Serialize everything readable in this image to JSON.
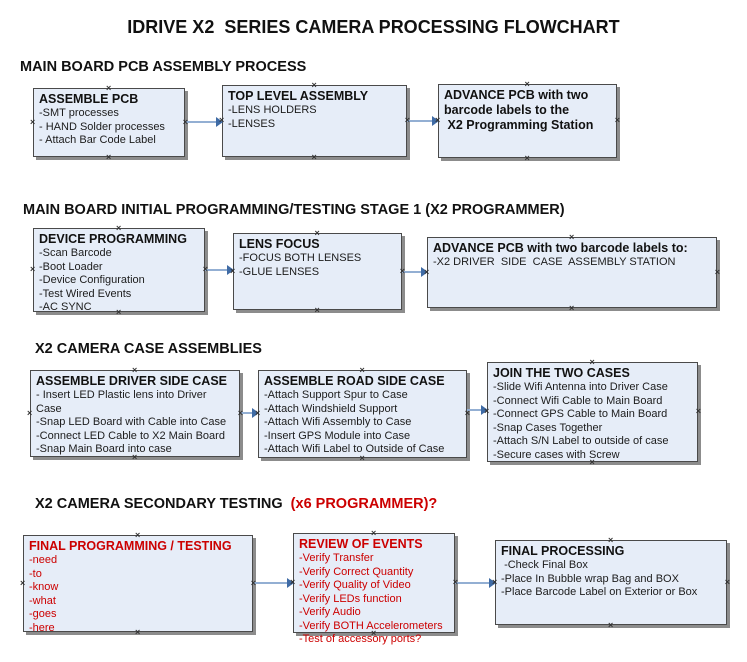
{
  "page": {
    "title": "IDRIVE X2  SERIES CAMERA PROCESSING FLOWCHART"
  },
  "colors": {
    "box_fill": "#e6edf8",
    "box_border": "#4a4a4a",
    "shadow": "#8c8c8c",
    "arrow_line": "#93afd3",
    "arrow_head": "#3f6ba5",
    "red": "#cc0000"
  },
  "icons": {
    "connection_handle": "×"
  },
  "sections": [
    {
      "header": "MAIN BOARD PCB ASSEMBLY PROCESS",
      "boxes": [
        {
          "title": "ASSEMBLE PCB",
          "items": [
            "-SMT processes",
            "- HAND Solder processes",
            "- Attach Bar Code Label"
          ]
        },
        {
          "title": "TOP LEVEL ASSEMBLY",
          "items": [
            "-LENS HOLDERS",
            "-LENSES"
          ]
        },
        {
          "title": "ADVANCE PCB with two barcode labels to the\n X2 Programming Station",
          "items": []
        }
      ]
    },
    {
      "header": "MAIN BOARD INITIAL PROGRAMMING/TESTING STAGE 1 (X2 PROGRAMMER)",
      "boxes": [
        {
          "title": "DEVICE PROGRAMMING",
          "items": [
            "-Scan Barcode",
            "-Boot Loader",
            "-Device Configuration",
            "-Test Wired Events",
            "-AC SYNC"
          ]
        },
        {
          "title": "LENS FOCUS",
          "items": [
            "-FOCUS BOTH LENSES",
            "-GLUE LENSES"
          ]
        },
        {
          "title": "ADVANCE PCB with two barcode labels to:",
          "items": [
            "-X2 DRIVER  SIDE  CASE  ASSEMBLY STATION"
          ]
        }
      ]
    },
    {
      "header": "X2 CAMERA CASE ASSEMBLIES",
      "boxes": [
        {
          "title": "ASSEMBLE DRIVER SIDE CASE",
          "items": [
            "- Insert LED Plastic lens into Driver Case",
            "-Snap LED Board with Cable into Case",
            "-Connect LED Cable to X2 Main Board",
            "-Snap Main Board into case"
          ]
        },
        {
          "title": "ASSEMBLE ROAD SIDE CASE",
          "items": [
            "-Attach Support Spur to Case",
            "-Attach Windshield Support",
            "-Attach Wifi Assembly to Case",
            "-Insert GPS Module into Case",
            "-Attach Wifi Label to Outside of Case"
          ]
        },
        {
          "title": "JOIN THE TWO CASES",
          "items": [
            "-Slide Wifi Antenna into Driver Case",
            "-Connect Wifi Cable to Main Board",
            "-Connect GPS Cable to Main Board",
            "-Snap Cases Together",
            "-Attach S/N Label to outside of case",
            "-Secure cases with Screw"
          ]
        }
      ]
    },
    {
      "header": "X2 CAMERA SECONDARY TESTING  ",
      "header_red": "(x6 PROGRAMMER)?",
      "boxes": [
        {
          "title": "FINAL PROGRAMMING / TESTING",
          "items": [
            "-need",
            "-to",
            "-know",
            "-what",
            "-goes",
            "-here"
          ]
        },
        {
          "title": "REVIEW OF EVENTS",
          "items": [
            "-Verify Transfer",
            "-Verify Correct Quantity",
            "-Verify Quality of Video",
            "-Verify LEDs function",
            "-Verify Audio",
            "-Verify BOTH Accelerometers",
            "-Test of accessory ports?"
          ]
        },
        {
          "title": "FINAL PROCESSING",
          "items": [
            " -Check Final Box",
            "-Place In Bubble wrap Bag and BOX",
            "-Place Barcode Label on Exterior or Box"
          ]
        }
      ]
    }
  ]
}
